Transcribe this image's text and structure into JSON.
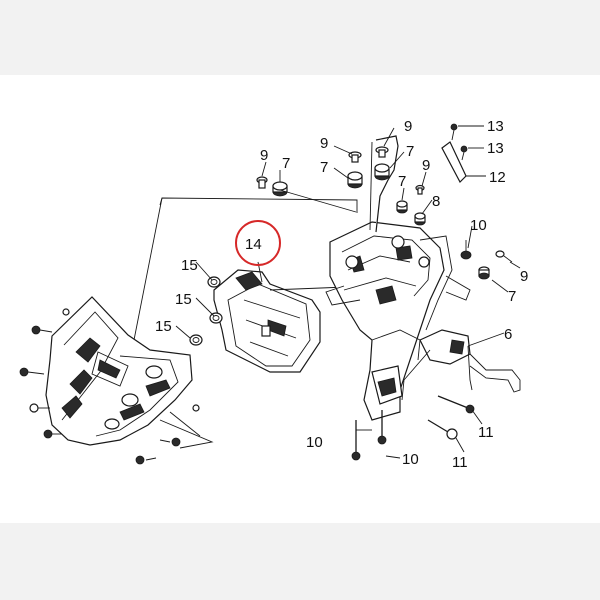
{
  "diagram": {
    "highlight_color": "#d62828",
    "highlighted_part": "14",
    "callouts": [
      {
        "id": "c9a",
        "text": "9"
      },
      {
        "id": "c9b",
        "text": "9"
      },
      {
        "id": "c9c",
        "text": "9"
      },
      {
        "id": "c9d",
        "text": "9"
      },
      {
        "id": "c9e",
        "text": "9"
      },
      {
        "id": "c7a",
        "text": "7"
      },
      {
        "id": "c7b",
        "text": "7"
      },
      {
        "id": "c7c",
        "text": "7"
      },
      {
        "id": "c7d",
        "text": "7"
      },
      {
        "id": "c7e",
        "text": "7"
      },
      {
        "id": "c8",
        "text": "8"
      },
      {
        "id": "c13a",
        "text": "13"
      },
      {
        "id": "c13b",
        "text": "13"
      },
      {
        "id": "c12",
        "text": "12"
      },
      {
        "id": "c10a",
        "text": "10"
      },
      {
        "id": "c10b",
        "text": "10"
      },
      {
        "id": "c10c",
        "text": "10"
      },
      {
        "id": "c6",
        "text": "6"
      },
      {
        "id": "c11a",
        "text": "11"
      },
      {
        "id": "c11b",
        "text": "11"
      },
      {
        "id": "c14",
        "text": "14"
      },
      {
        "id": "c15a",
        "text": "15"
      },
      {
        "id": "c15b",
        "text": "15"
      },
      {
        "id": "c15c",
        "text": "15"
      }
    ]
  }
}
